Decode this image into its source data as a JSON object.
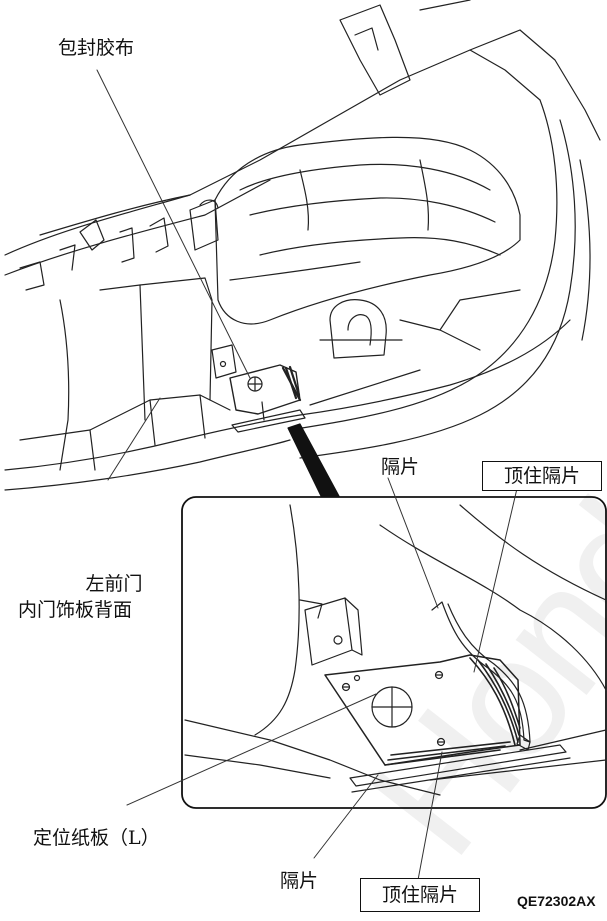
{
  "labels": {
    "top_tape": "包封胶布",
    "door_line1": "左前门",
    "door_line2": "内门饰板背面",
    "spacer_top": "隔片",
    "holding_spacer_top": "顶住隔片",
    "positioning_board": "定位纸板（L）",
    "spacer_bottom": "隔片",
    "holding_spacer_bottom": "顶住隔片"
  },
  "figure_code": "QE72302AX",
  "watermark": "Hondu"
}
